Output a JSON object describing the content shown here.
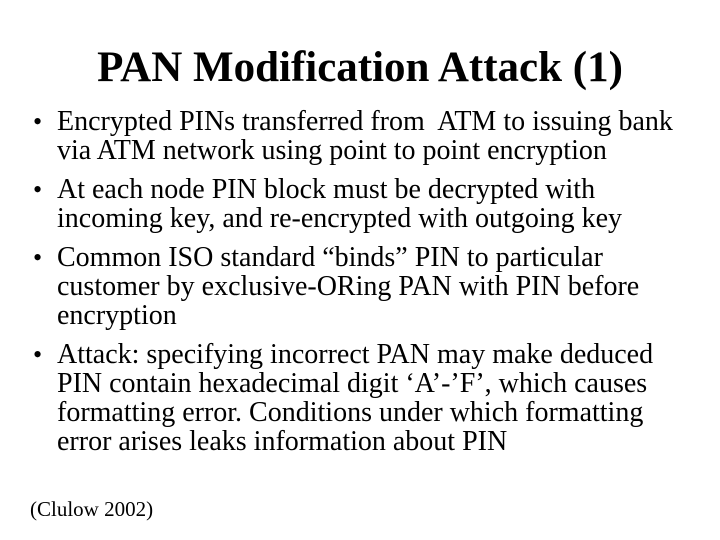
{
  "slide": {
    "title": "PAN Modification Attack (1)",
    "bullet_char": "•",
    "bullets": [
      {
        "lines": [
          "Encrypted PINs transferred from  ATM to issuing bank",
          "via ATM network using point to point encryption"
        ]
      },
      {
        "lines": [
          "At each node PIN block must be decrypted with",
          "incoming key, and re-encrypted with outgoing key"
        ]
      },
      {
        "lines": [
          "Common ISO standard “binds” PIN to particular",
          "customer by exclusive-ORing PAN with PIN before",
          "encryption"
        ]
      },
      {
        "lines": [
          "Attack: specifying incorrect PAN may make deduced",
          "PIN contain hexadecimal digit ‘A’-’F’, which causes",
          "formatting error. Conditions under which formatting",
          "error arises leaks information about PIN"
        ]
      }
    ],
    "citation": "(Clulow 2002)",
    "colors": {
      "background": "#ffffff",
      "text": "#000000"
    }
  }
}
